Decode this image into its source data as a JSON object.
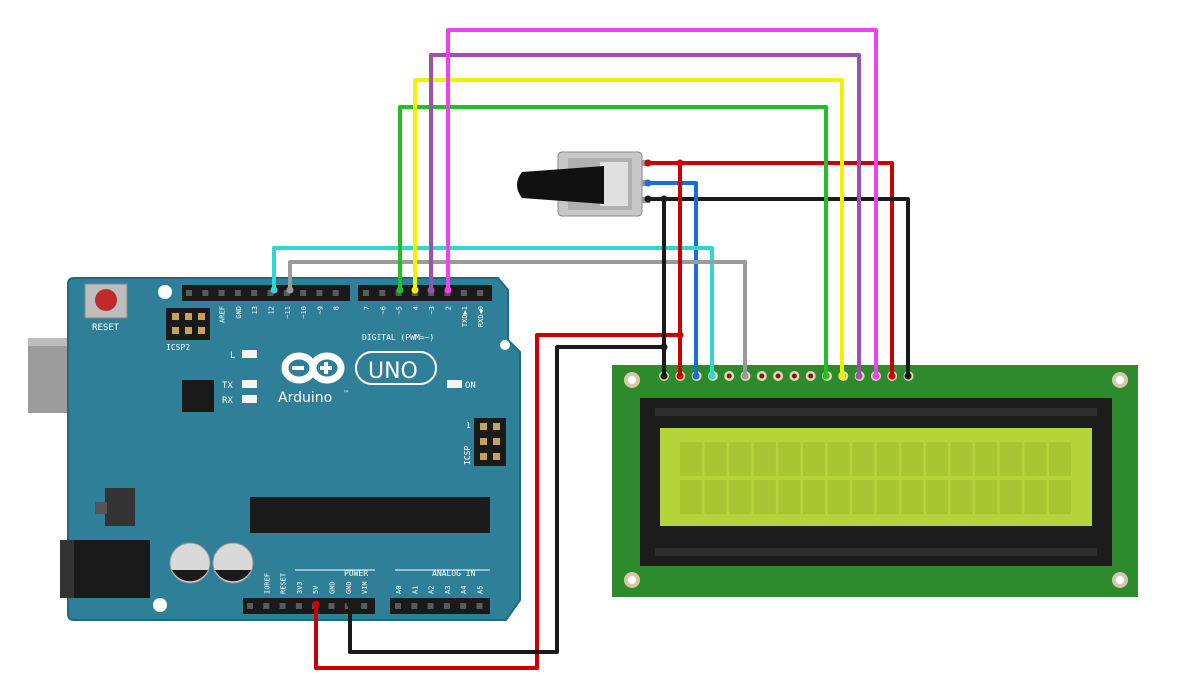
{
  "board": {
    "reset_label": "RESET",
    "icsp2_label": "ICSP2",
    "icsp_label": "ICSP",
    "icsp_pin1_label": "1",
    "digital_label": "DIGITAL (PWM=~)",
    "l_label": "L",
    "tx_label": "TX",
    "rx_label": "RX",
    "on_label": "ON",
    "brand": "Arduino",
    "tm": "™",
    "model": "UNO",
    "power_label": "POWER",
    "analog_label": "ANALOG IN",
    "digital_pins": [
      "AREF",
      "GND",
      "13",
      "12",
      "~11",
      "~10",
      "~9",
      "8",
      "7",
      "~6",
      "~5",
      "4",
      "~3",
      "2",
      "TXD▶1",
      "RXD◀0"
    ],
    "power_pins": [
      "IOREF",
      "RESET",
      "3V3",
      "5V",
      "GND",
      "GND",
      "VIN"
    ],
    "analog_pins": [
      "A0",
      "A1",
      "A2",
      "A3",
      "A4",
      "A5"
    ]
  },
  "wires": [
    {
      "id": "wire-5v",
      "color": "#cc0000"
    },
    {
      "id": "wire-gnd",
      "color": "#1a1a1a"
    },
    {
      "id": "wire-pot-vcc",
      "color": "#cc0000"
    },
    {
      "id": "wire-pot-gnd",
      "color": "#1a1a1a"
    },
    {
      "id": "wire-pot-wiper",
      "color": "#1a6fd6"
    },
    {
      "id": "wire-pin12",
      "color": "#2ed8d8"
    },
    {
      "id": "wire-pin11",
      "color": "#9a9a9a"
    },
    {
      "id": "wire-pin5",
      "color": "#22c022"
    },
    {
      "id": "wire-pin4",
      "color": "#f2f200"
    },
    {
      "id": "wire-pin3",
      "color": "#9b52a8"
    },
    {
      "id": "wire-pin2",
      "color": "#f040f0"
    }
  ],
  "colors": {
    "board": "#2f7f98",
    "board_edge": "#1f6a80",
    "lcd_pcb": "#2d8a2d",
    "lcd_screen": "#b5d43a",
    "lcd_bezel": "#1c1c1c",
    "reset_button": "#c0292b"
  }
}
